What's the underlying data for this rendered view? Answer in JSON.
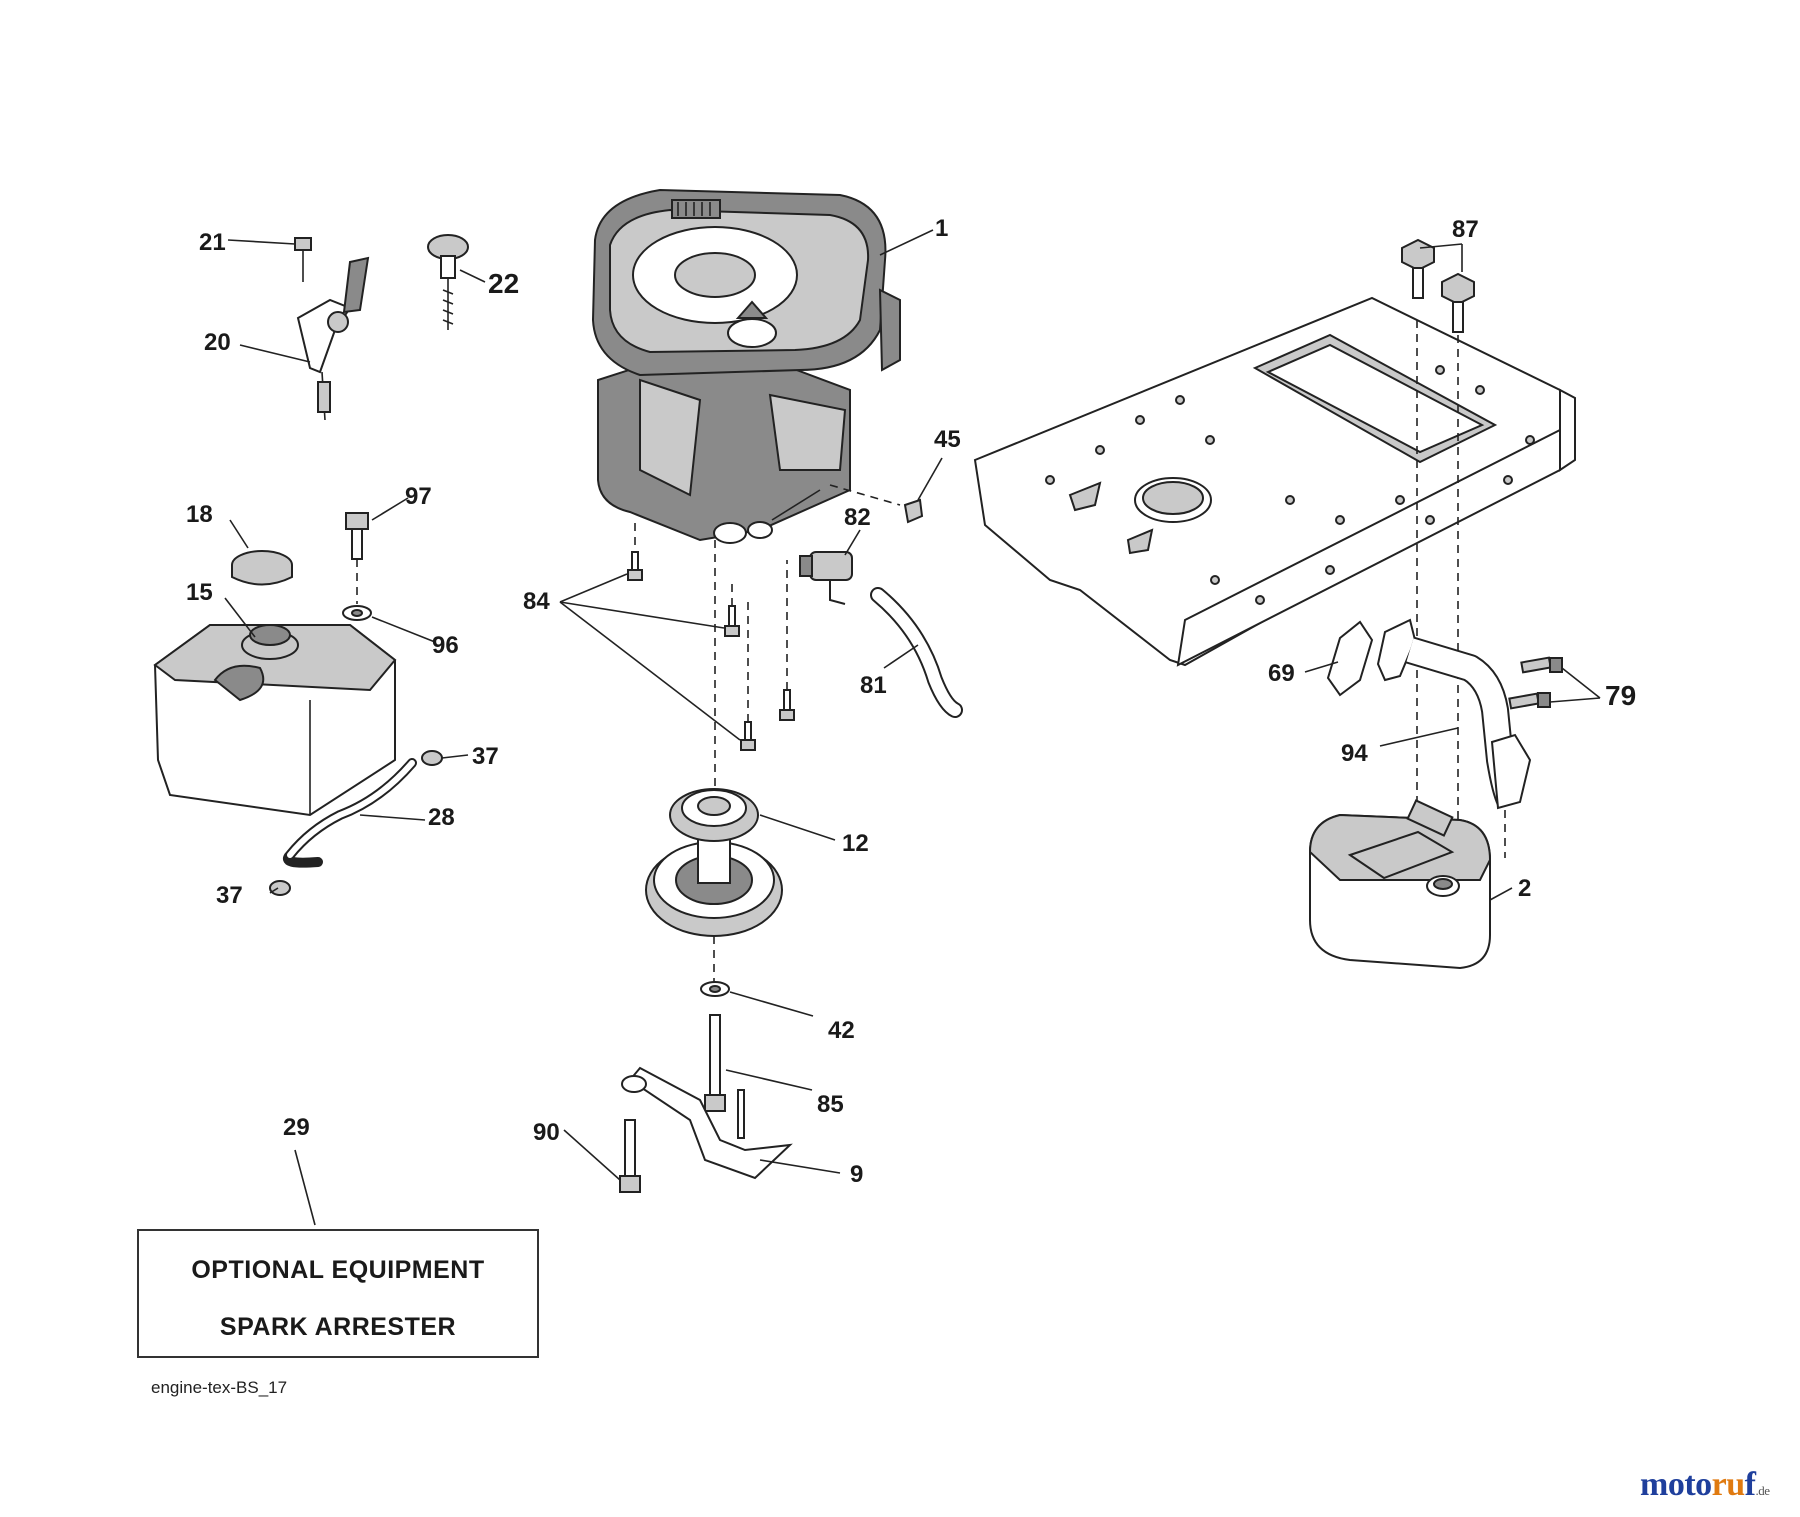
{
  "callouts": {
    "c1": "1",
    "c2": "2",
    "c9": "9",
    "c12": "12",
    "c15": "15",
    "c18": "18",
    "c20": "20",
    "c21": "21",
    "c22": "22",
    "c28": "28",
    "c29": "29",
    "c37a": "37",
    "c37b": "37",
    "c42": "42",
    "c45": "45",
    "c69": "69",
    "c79": "79",
    "c81": "81",
    "c82": "82",
    "c84": "84",
    "c85": "85",
    "c87": "87",
    "c90": "90",
    "c94": "94",
    "c96": "96",
    "c97": "97"
  },
  "option_box": {
    "line1": "OPTIONAL EQUIPMENT",
    "line2": "SPARK ARRESTER"
  },
  "drawing_code": "engine-tex-BS_17",
  "watermark": {
    "main": "motoruf",
    "tld": ".de",
    "colors": [
      "#1f3f9c",
      "#e07a10"
    ]
  }
}
